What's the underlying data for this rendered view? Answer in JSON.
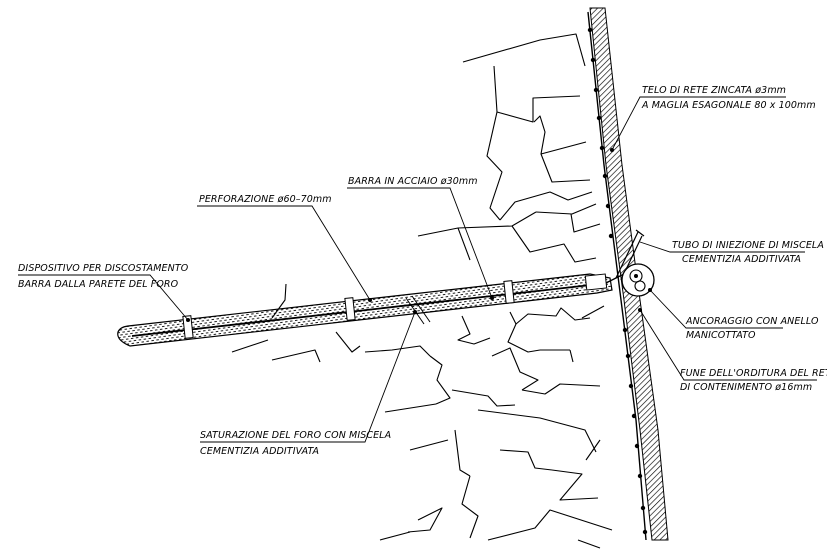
{
  "labels": {
    "telo_line1": "TELO DI RETE ZINCATA ø3mm",
    "telo_line2": "A MAGLIA ESAGONALE 80 x 100mm",
    "barra": "BARRA IN ACCIAIO ø30mm",
    "perforazione": "PERFORAZIONE ø60–70mm",
    "dispositivo_line1": "DISPOSITIVO PER DISCOSTAMENTO",
    "dispositivo_line2": "BARRA DALLA PARETE DEL FORO",
    "tubo_line1": "TUBO DI INIEZIONE DI MISCELA",
    "tubo_line2": "CEMENTIZIA ADDITIVATA",
    "ancoraggio_line1": "ANCORAGGIO CON ANELLO",
    "ancoraggio_line2": "MANICOTTATO",
    "fune_line1": "FUNE DELL'ORDITURA DEL RETICOLO",
    "fune_line2": "DI CONTENIMENTO ø16mm",
    "saturazione_line1": "SATURAZIONE DEL FORO CON MISCELA",
    "saturazione_line2": "CEMENTIZIA ADDITIVATA"
  }
}
